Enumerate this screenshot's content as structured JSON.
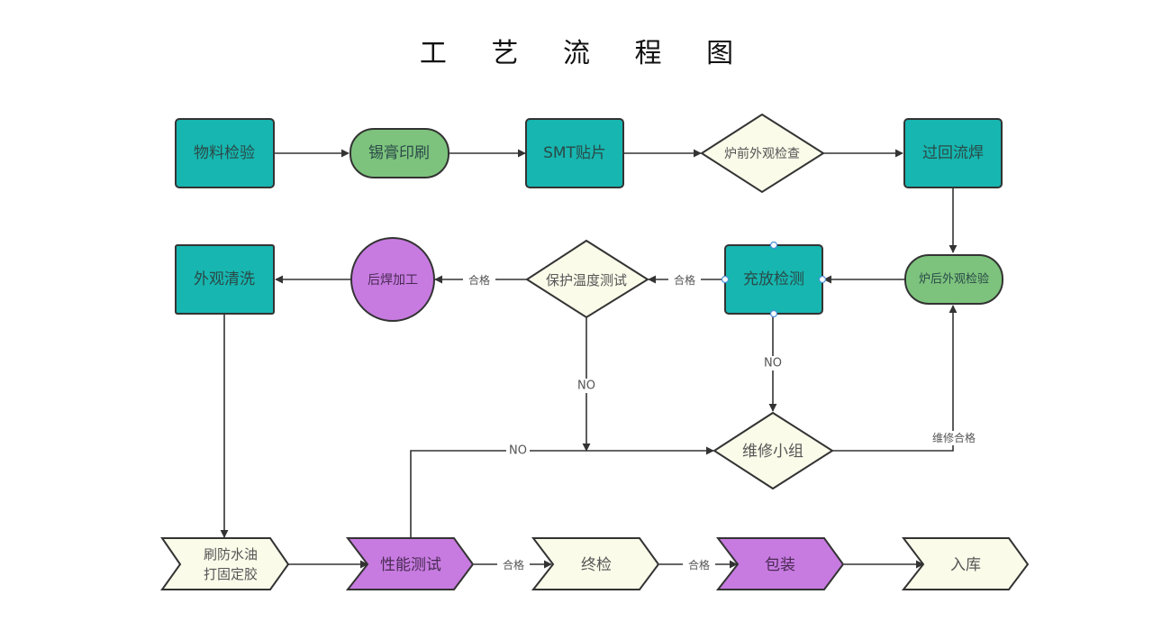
{
  "title": "工 艺 流 程 图",
  "colors": {
    "teal": "#17B6B0",
    "green": "#7DC37D",
    "cream": "#FBFBEA",
    "purple": "#C77BE0",
    "stroke": "#333333",
    "text_dark": "#2a4a48",
    "text_gray": "#555555",
    "handle": "#4a90d9"
  },
  "nodes": {
    "material_inspection": "物料检验",
    "solder_paste_printing": "锡膏印刷",
    "smt_placement": "SMT贴片",
    "pre_oven_inspection": "炉前外观检查",
    "reflow_soldering": "过回流焊",
    "post_oven_inspection": "炉后外观检验",
    "charge_discharge_test": "充放检测",
    "protection_temp_test": "保护温度测试",
    "post_weld_processing": "后焊加工",
    "appearance_cleaning": "外观清洗",
    "repair_team": "维修小组",
    "waterproof_glue": [
      "刷防水油",
      "打固定胶"
    ],
    "performance_test": "性能测试",
    "final_inspection": "终检",
    "packaging": "包装",
    "warehousing": "入库"
  },
  "edge_labels": {
    "pass": "合格",
    "no": "NO",
    "repair_pass": "维修合格"
  }
}
